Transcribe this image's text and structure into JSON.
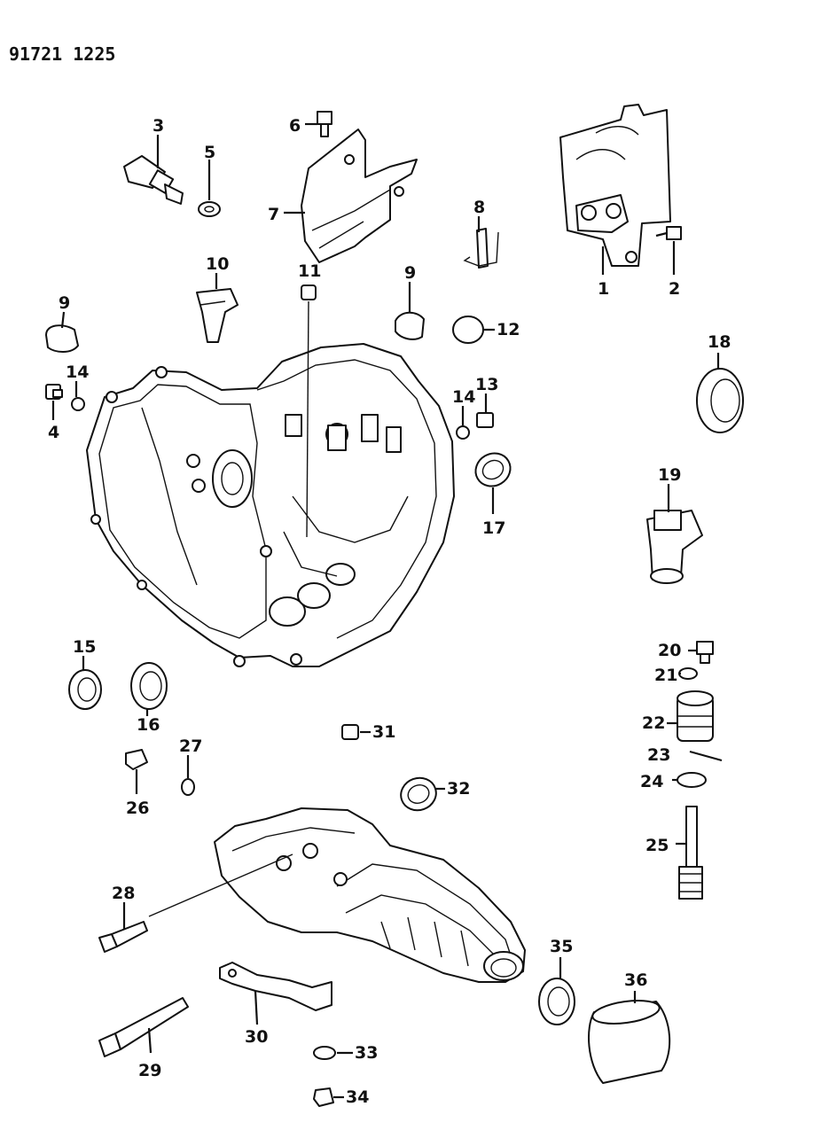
{
  "header": {
    "drawing_number": "91721 1225"
  },
  "callouts": [
    {
      "id": "c1",
      "label": "1"
    },
    {
      "id": "c2",
      "label": "2"
    },
    {
      "id": "c3",
      "label": "3"
    },
    {
      "id": "c4",
      "label": "4"
    },
    {
      "id": "c5",
      "label": "5"
    },
    {
      "id": "c6",
      "label": "6"
    },
    {
      "id": "c7",
      "label": "7"
    },
    {
      "id": "c8",
      "label": "8"
    },
    {
      "id": "c9a",
      "label": "9"
    },
    {
      "id": "c9b",
      "label": "9"
    },
    {
      "id": "c10",
      "label": "10"
    },
    {
      "id": "c11",
      "label": "11"
    },
    {
      "id": "c12",
      "label": "12"
    },
    {
      "id": "c13",
      "label": "13"
    },
    {
      "id": "c14a",
      "label": "14"
    },
    {
      "id": "c14b",
      "label": "14"
    },
    {
      "id": "c15",
      "label": "15"
    },
    {
      "id": "c16",
      "label": "16"
    },
    {
      "id": "c17",
      "label": "17"
    },
    {
      "id": "c18",
      "label": "18"
    },
    {
      "id": "c19",
      "label": "19"
    },
    {
      "id": "c20",
      "label": "20"
    },
    {
      "id": "c21",
      "label": "21"
    },
    {
      "id": "c22",
      "label": "22"
    },
    {
      "id": "c23",
      "label": "23"
    },
    {
      "id": "c24",
      "label": "24"
    },
    {
      "id": "c25",
      "label": "25"
    },
    {
      "id": "c26",
      "label": "26"
    },
    {
      "id": "c27",
      "label": "27"
    },
    {
      "id": "c28",
      "label": "28"
    },
    {
      "id": "c29",
      "label": "29"
    },
    {
      "id": "c30",
      "label": "30"
    },
    {
      "id": "c31",
      "label": "31"
    },
    {
      "id": "c32",
      "label": "32"
    },
    {
      "id": "c33",
      "label": "33"
    },
    {
      "id": "c34",
      "label": "34"
    },
    {
      "id": "c35",
      "label": "35"
    },
    {
      "id": "c36",
      "label": "36"
    }
  ]
}
